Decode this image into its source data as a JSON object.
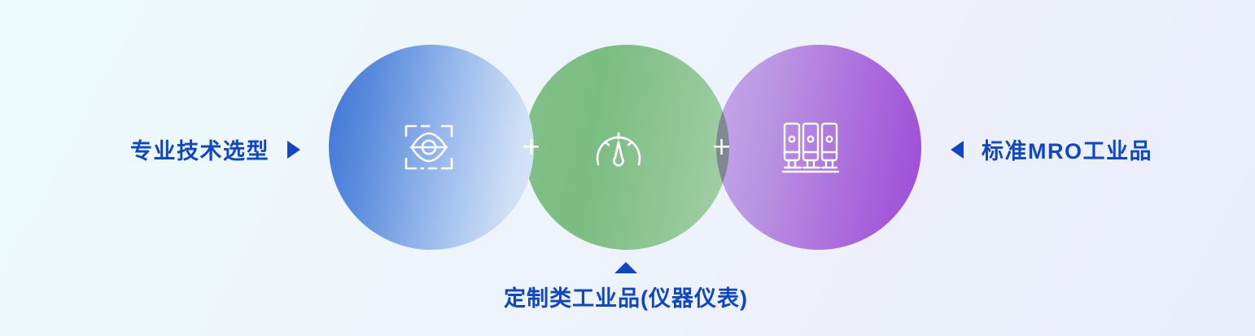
{
  "diagram": {
    "title_implicit": "",
    "colors": {
      "label_blue": "#0f47c4",
      "circle_blue_start": "#3d74d6",
      "circle_blue_end": "#d9e6f8",
      "circle_green": "#83c683",
      "circle_purple_start": "#d3b2ec",
      "circle_purple_end": "#a94fda",
      "background_start": "#ecfafd",
      "background_end": "#eaeefb",
      "icon_color": "#ffffff"
    },
    "labels": {
      "left": "专业技术选型",
      "right": "标准MRO工业品",
      "bottom": "定制类工业品(仪器仪表)"
    },
    "arrows": {
      "left": "triangle-right",
      "right": "triangle-left",
      "bottom": "triangle-up"
    },
    "operators": {
      "first": "+",
      "second": "+"
    },
    "circles": [
      {
        "id": "blue",
        "icon": "scan-eye-icon",
        "label_ref": "left"
      },
      {
        "id": "green",
        "icon": "gauge-meter-icon",
        "label_ref": "bottom"
      },
      {
        "id": "purple",
        "icon": "server-rack-icon",
        "label_ref": "right"
      }
    ]
  }
}
